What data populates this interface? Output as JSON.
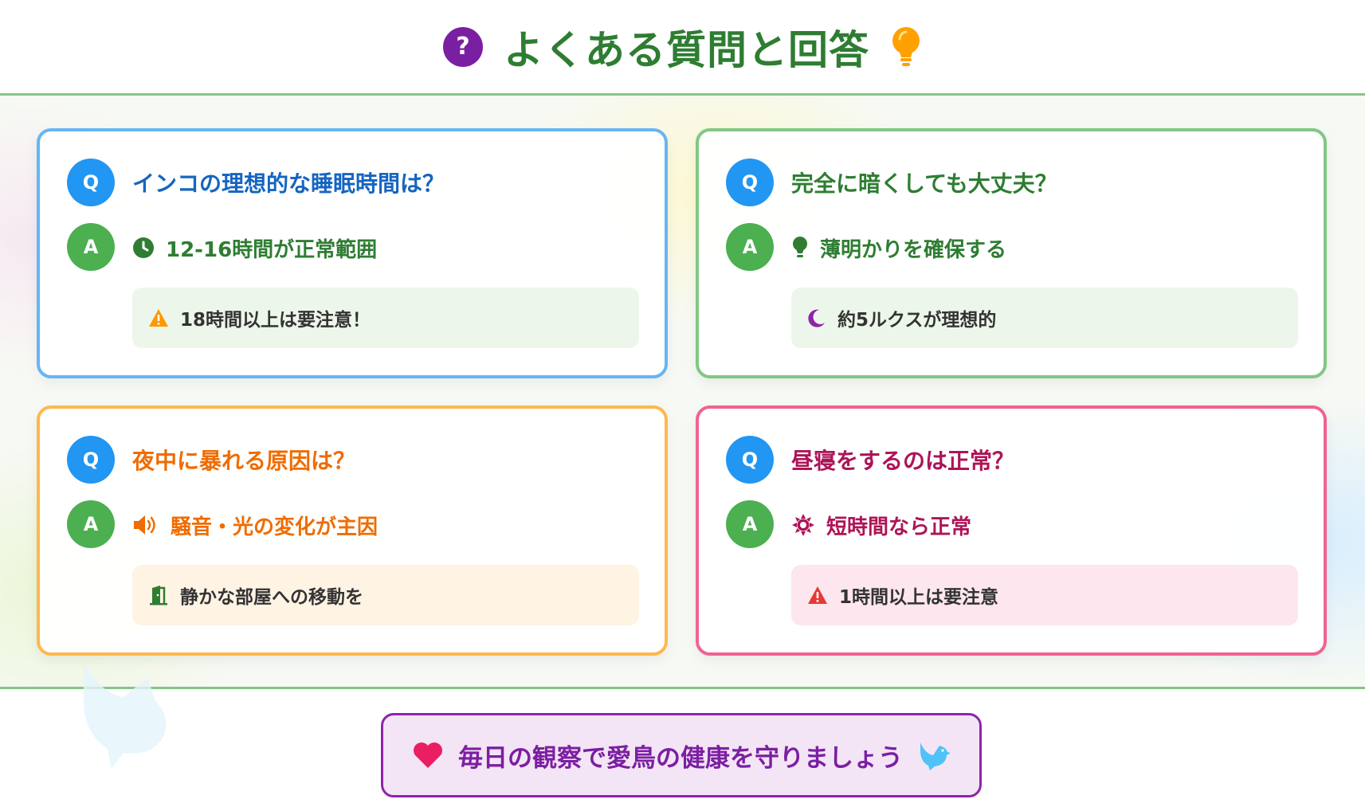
{
  "header": {
    "title": "よくある質問と回答",
    "q_mark": "?"
  },
  "background": {
    "deco_q_mark": "?"
  },
  "badges": {
    "q": "Q",
    "a": "A"
  },
  "cards": [
    {
      "question": "インコの理想的な睡眠時間は？",
      "answer": "12-16時間が正常範囲",
      "answer_icon": "clock-icon",
      "note": "18時間以上は要注意！",
      "note_icon": "warning-icon",
      "accent": "#1565c0",
      "border": "#64b5f6",
      "note_bg": "#edf6ea"
    },
    {
      "question": "完全に暗くしても大丈夫？",
      "answer": "薄明かりを確保する",
      "answer_icon": "lightbulb-icon",
      "note": "約5ルクスが理想的",
      "note_icon": "moon-icon",
      "accent": "#2e7d32",
      "border": "#81c784",
      "note_bg": "#edf6ea"
    },
    {
      "question": "夜中に暴れる原因は？",
      "answer": "騒音・光の変化が主因",
      "answer_icon": "speaker-icon",
      "note": "静かな部屋への移動を",
      "note_icon": "door-icon",
      "accent": "#ef6c00",
      "border": "#ffb74d",
      "note_bg": "#fff3e4"
    },
    {
      "question": "昼寝をするのは正常？",
      "answer": "短時間なら正常",
      "answer_icon": "sun-icon",
      "note": "1時間以上は要注意",
      "note_icon": "warning-icon",
      "accent": "#ad1457",
      "border": "#f06292",
      "note_bg": "#fde6ee"
    }
  ],
  "footer": {
    "text": "毎日の観察で愛鳥の健康を守りましょう",
    "left_icon": "heart-icon",
    "right_icon": "bird-icon"
  },
  "colors": {
    "header_title": "#2e7d32",
    "question_badge": "#2196f3",
    "answer_badge": "#4caf50",
    "footer_text": "#7b1fa2",
    "footer_border": "#8e24aa",
    "footer_bg": "#f3e5f5"
  }
}
